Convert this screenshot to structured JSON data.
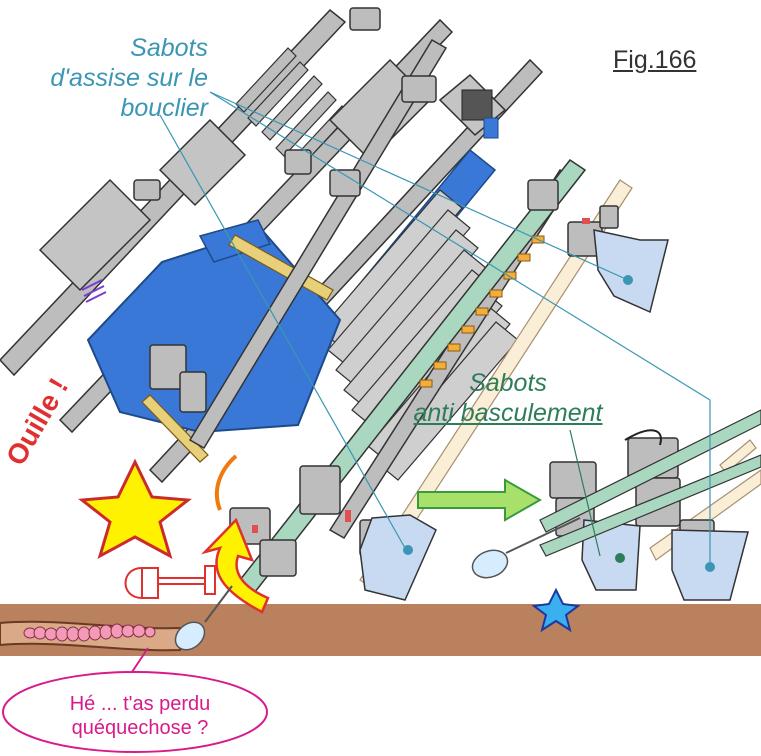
{
  "figure": {
    "label": "Fig.166"
  },
  "labels": {
    "assise_line1": "Sabots",
    "assise_line2": "d'assise sur le",
    "assise_line3": "bouclier",
    "anti_line1": "Sabots",
    "anti_line2": "anti basculement",
    "ouille": "Ouille !",
    "bubble_line1": "Hé ... t'as perdu",
    "bubble_line2": "quéquechose ?"
  },
  "colors": {
    "blue_label": "#3a96b4",
    "green_label": "#2e7d5a",
    "red_text": "#e03030",
    "pink_text": "#d81b8a",
    "ground": "#b9815e",
    "blue_block": "#3a78d8",
    "gray_part": "#c8c8c8",
    "shoe": "#c8daf2"
  }
}
